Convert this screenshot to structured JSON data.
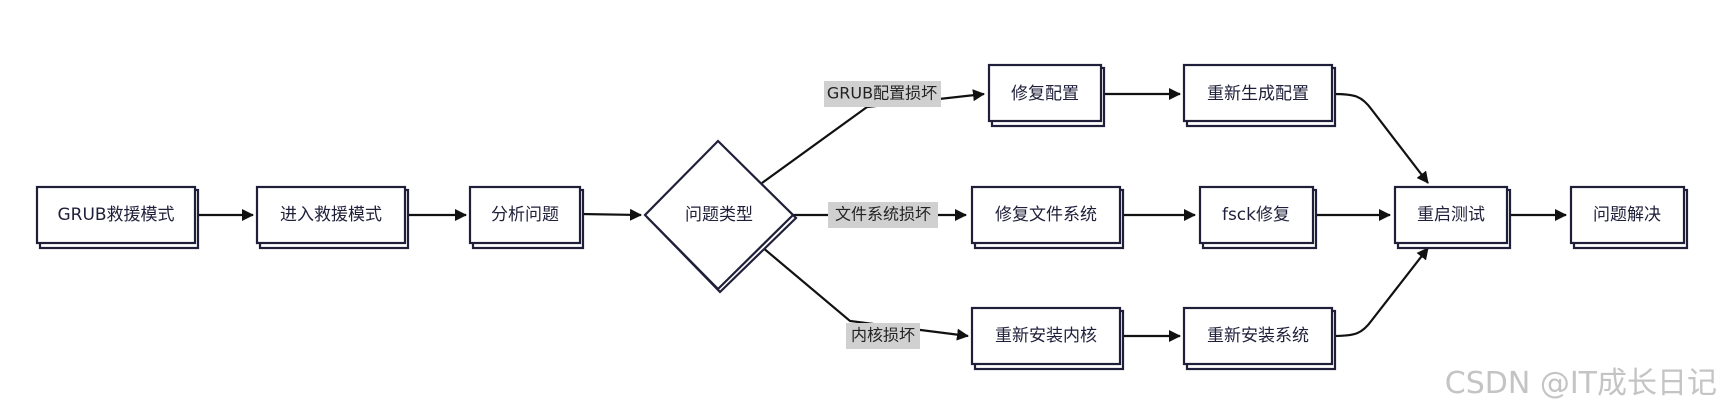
{
  "nodes": {
    "grub_rescue": "GRUB救援模式",
    "enter_rescue": "进入救援模式",
    "analyze": "分析问题",
    "problem_type": "问题类型",
    "fix_config": "修复配置",
    "regen_config": "重新生成配置",
    "fix_fs": "修复文件系统",
    "fsck": "fsck修复",
    "reinstall_kernel": "重新安装内核",
    "reinstall_system": "重新安装系统",
    "reboot_test": "重启测试",
    "resolved": "问题解决"
  },
  "edge_labels": {
    "grub_config_broken": "GRUB配置损坏",
    "fs_broken": "文件系统损坏",
    "kernel_broken": "内核损坏"
  },
  "watermark": "CSDN @IT成长日记"
}
